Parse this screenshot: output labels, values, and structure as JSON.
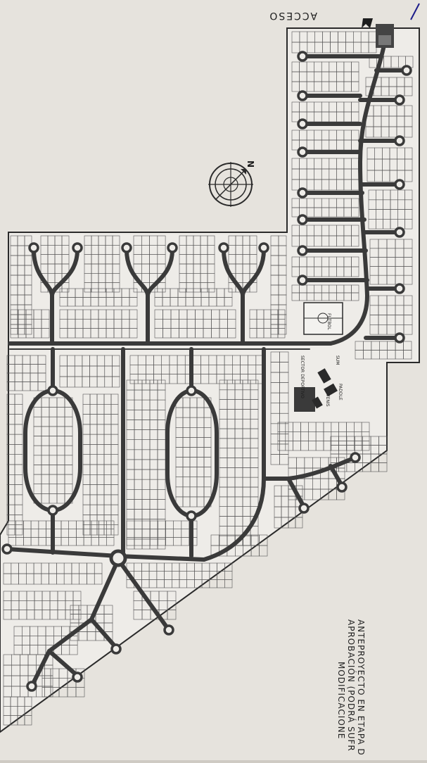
{
  "labels": {
    "acceso": "ACCESO",
    "north": "N",
    "futbol": "FUTBOL",
    "sum": "SUM",
    "padel": "PADDLE",
    "tenis": "TENIS",
    "sector_deportivo": "SECTOR DEPORTIVO"
  },
  "caption": {
    "line1": "ANTEPROYECTO EN ETAPA D",
    "line2": "APROBACIÓN (PODRÁ SUFR",
    "line3": "MODIFICACIONE"
  },
  "colors": {
    "paper": "#e9e6e0",
    "road": "#3a3a3a",
    "lot_line": "#555555",
    "background": "#cfcbc4",
    "access_marker": "#1d1d8a"
  },
  "icons": [
    "compass-rose-icon",
    "access-arrow-icon"
  ]
}
